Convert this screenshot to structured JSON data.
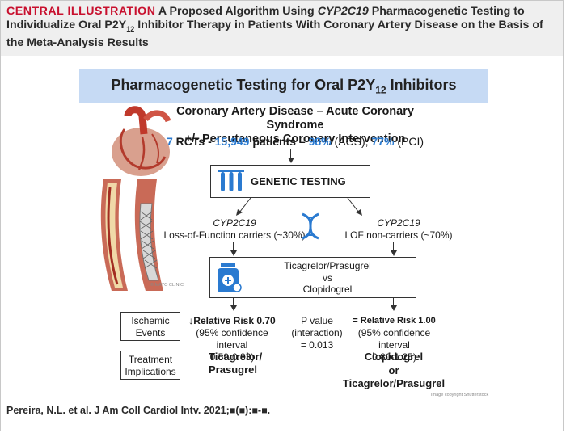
{
  "header": {
    "label": "CENTRAL ILLUSTRATION",
    "title_part1": "A Proposed Algorithm Using",
    "title_gene": "CYP2C19",
    "title_part2": "Pharmacogenetic Testing to Individualize Oral P2Y",
    "title_sub": "12",
    "title_part3": "Inhibitor Therapy in Patients With Coronary Artery Disease on the Basis of the Meta-Analysis Results"
  },
  "banner": {
    "title": "Pharmacogenetic Testing for Oral P2Y",
    "sub": "12",
    "title_end": " Inhibitors"
  },
  "population": {
    "line1": "Coronary Artery Disease – Acute Coronary Syndrome",
    "line2": "+/- Percutaneous Coronary Intervention",
    "rcts": "7",
    "rcts_label": " RCTs - ",
    "patients": "15,949",
    "patients_label": " patients – ",
    "acs_pct": "98%",
    "acs_label": " (ACS), ",
    "pci_pct": "77%",
    "pci_label": " (PCI)"
  },
  "genetic_testing": {
    "label": "GENETIC TESTING"
  },
  "left_group": {
    "gene": "CYP2C19",
    "label": "Loss-of-Function carriers (~30%)"
  },
  "right_group": {
    "gene": "CYP2C19",
    "label": "LOF non-carriers (~70%)"
  },
  "comparison": {
    "line1": "Ticagrelor/Prasugrel",
    "line2": "vs",
    "line3": "Clopidogrel"
  },
  "ischemic": {
    "label_line1": "Ischemic",
    "label_line2": "Events",
    "left_rr": "↓Relative Risk 0.70",
    "left_ci1": "(95% confidence interval",
    "left_ci2": "0.59-0.83)",
    "p_line1": "P value",
    "p_line2": "(interaction)",
    "p_line3": "= 0.013",
    "right_rr": "= Relative Risk 1.00",
    "right_ci1": "(95% confidence interval",
    "right_ci2": "0.80-1.25)"
  },
  "treatment": {
    "label_line1": "Treatment",
    "label_line2": "Implications",
    "left_line1": "Ticagrelor/",
    "left_line2": "Prasugrel",
    "right_line1": "Clopidogrel",
    "right_line2": "or",
    "right_line3": "Ticagrelor/Prasugrel"
  },
  "credits": {
    "mayo": "© MAYO CLINIC",
    "shutterstock": "Image copyright Shutterstock"
  },
  "citation": {
    "text": "Pereira, N.L. et al. J Am Coll Cardiol Intv. 2021;■(■):■-■."
  },
  "colors": {
    "accent_red": "#c8102e",
    "accent_blue": "#2a7ad0",
    "banner_bg": "#c6daf4"
  },
  "icons": {
    "test_tubes": "test-tubes-icon",
    "dna": "dna-helix-icon",
    "pill_bottle": "pill-bottle-icon",
    "heart": "heart-illustration",
    "stent": "stent-illustration"
  }
}
